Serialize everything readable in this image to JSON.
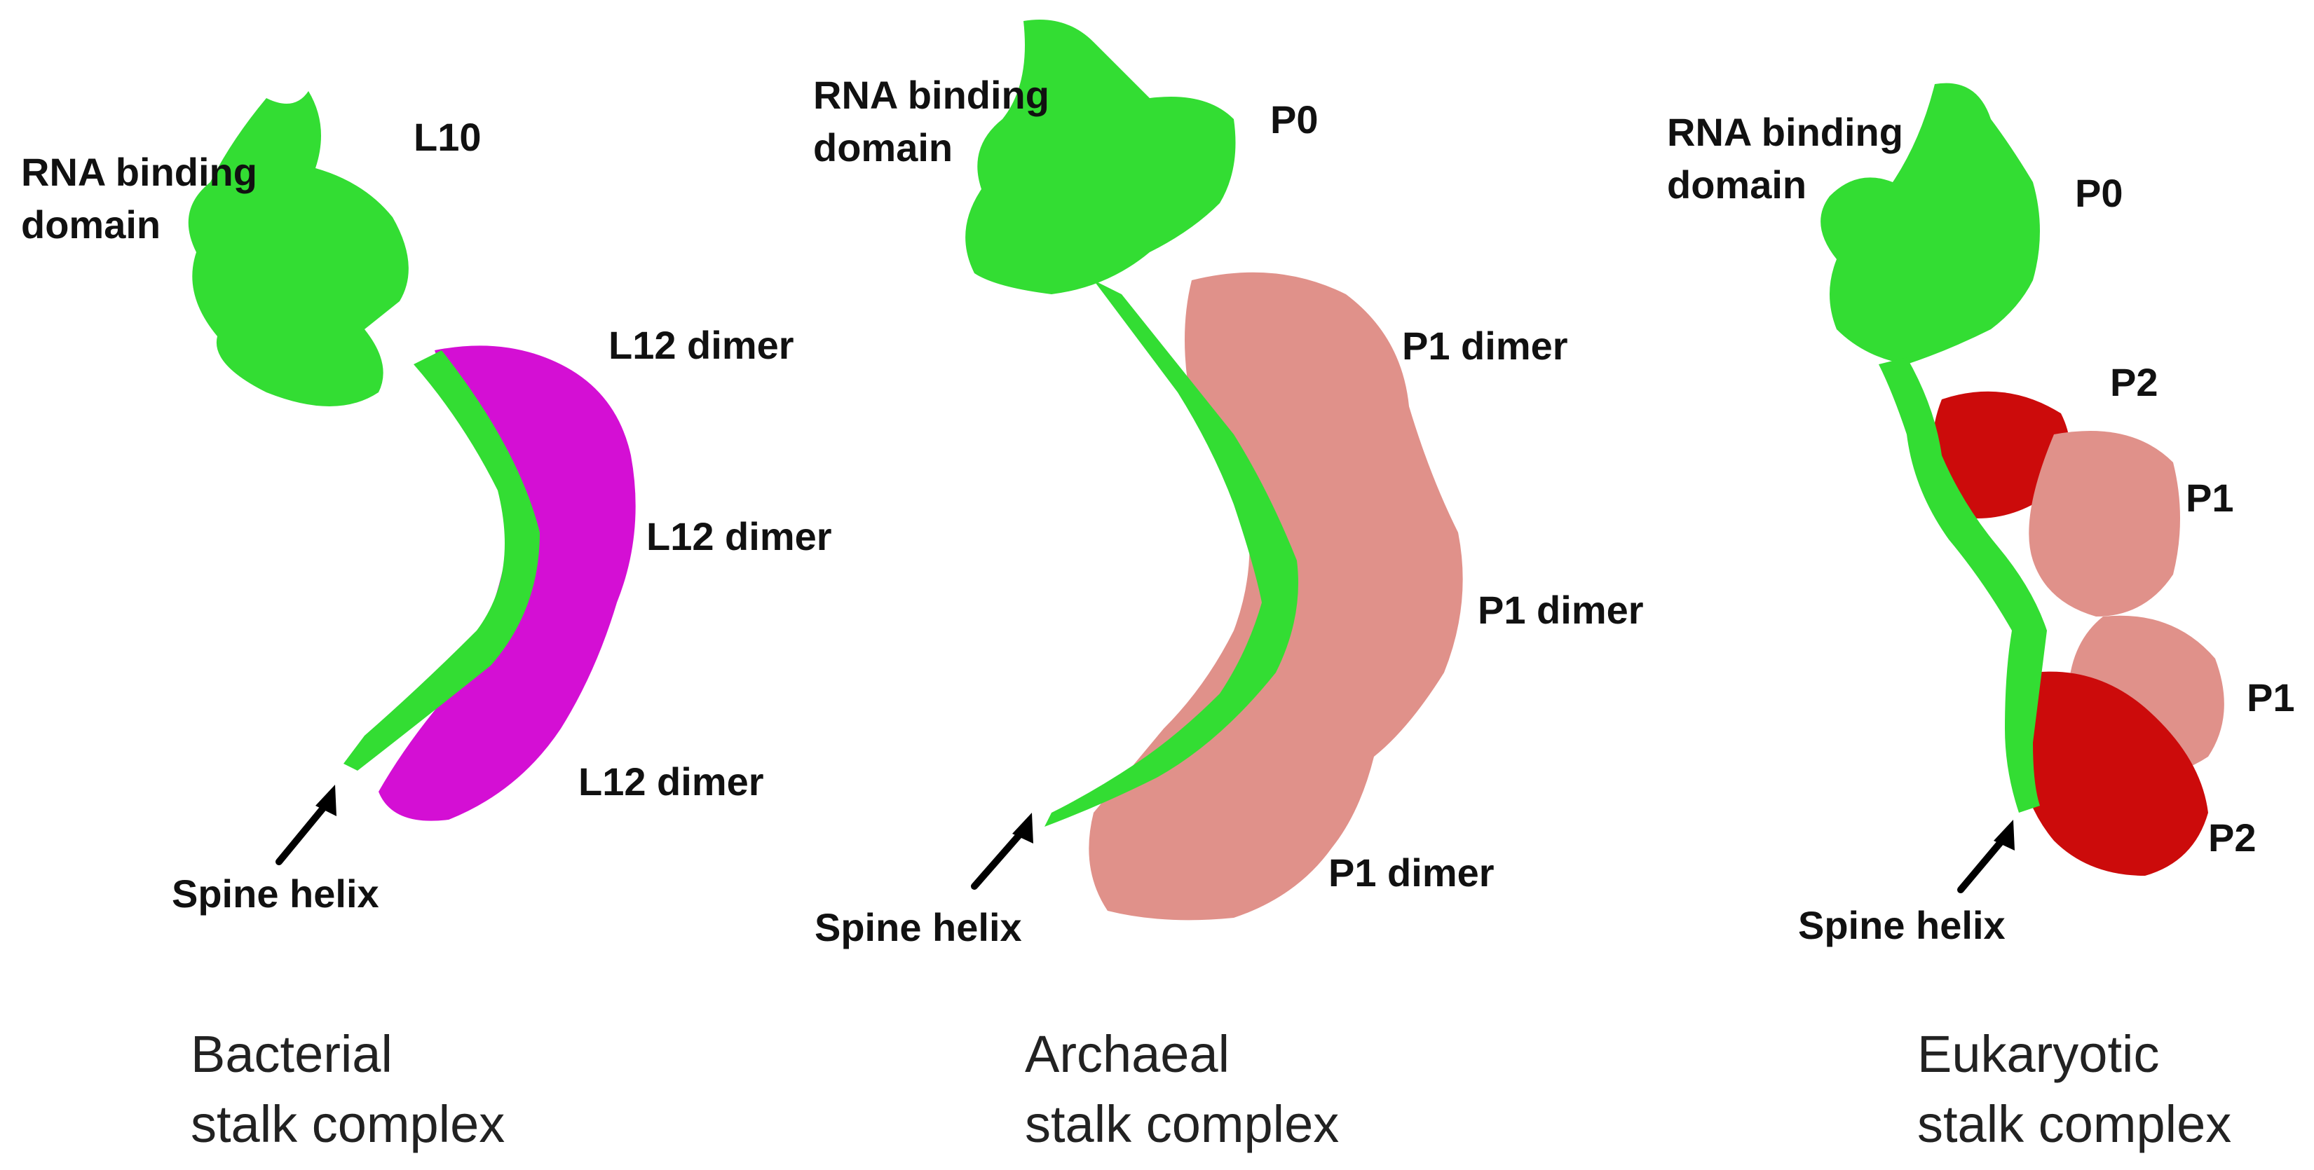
{
  "colors": {
    "l10_p0": "#33dd33",
    "l12": "#d40fd4",
    "p1": "#e0918a",
    "p2": "#cc0b0b",
    "background": "#ffffff"
  },
  "panels": [
    {
      "id": "bacterial",
      "caption_line1": "Bacterial",
      "caption_line2": "stalk complex",
      "labels": {
        "rna_line1": "RNA binding",
        "rna_line2": "domain",
        "anchor": "L10",
        "dimer1": "L12 dimer",
        "dimer2": "L12 dimer",
        "dimer3": "L12 dimer",
        "spine": "Spine helix"
      }
    },
    {
      "id": "archaeal",
      "caption_line1": "Archaeal",
      "caption_line2": "stalk complex",
      "labels": {
        "rna_line1": "RNA binding",
        "rna_line2": "domain",
        "anchor": "P0",
        "dimer1": "P1 dimer",
        "dimer2": "P1 dimer",
        "dimer3": "P1 dimer",
        "spine": "Spine helix"
      }
    },
    {
      "id": "eukaryotic",
      "caption_line1": "Eukaryotic",
      "caption_line2": "stalk complex",
      "labels": {
        "rna_line1": "RNA binding",
        "rna_line2": "domain",
        "anchor": "P0",
        "p2_top": "P2",
        "p1_upper": "P1",
        "p1_lower": "P1",
        "p2_bottom": "P2",
        "spine": "Spine helix"
      }
    }
  ]
}
